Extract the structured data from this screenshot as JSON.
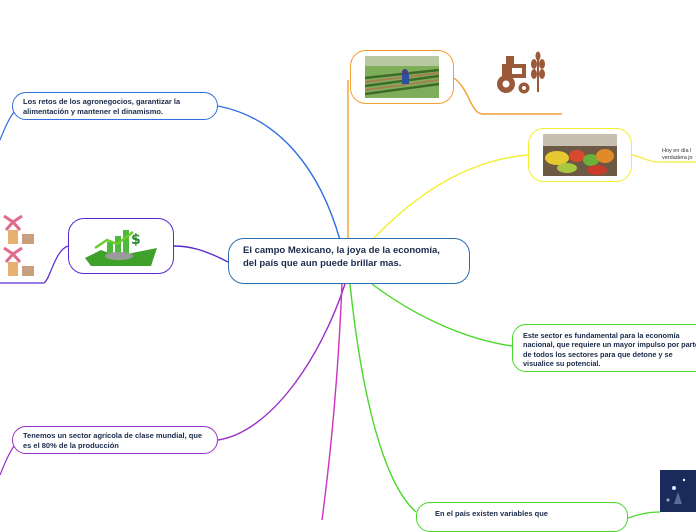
{
  "central_topic": "El campo Mexicano, la joya de la economía, del país que aun puede brillar mas.",
  "branches": {
    "retos": "Los retos de los agronegocios, garantizar la alimentación y mantener el dinamismo.",
    "sector_agricola": "Tenemos un sector agrícola de clase mundial, que es el 80% de la producción",
    "fundamental": "Este sector es fundamental para la economía nacional, que requiere un mayor impulso por parte de todos los sectores para que detone y se visualice su potencial.",
    "variables": "En el país existen variables que",
    "hoy_en_dia": "Hoy en día l verdadera jo"
  },
  "colors": {
    "central_border": "#2c6fb0",
    "blue": "#2f6fe0",
    "orange": "#f0a030",
    "yellow": "#f2ee30",
    "green": "#4ad82a",
    "purple": "#9a30c8",
    "magenta": "#d030c0",
    "dark_purple": "#5a2ad0"
  },
  "icons": {
    "farmer_field": "farm-field-photo",
    "tractor": "tractor-wheat-icon",
    "produce": "produce-market-photo",
    "money_chart": "money-growth-icon",
    "windmill": "windmill-icon",
    "night_photo": "night-scene-photo"
  }
}
